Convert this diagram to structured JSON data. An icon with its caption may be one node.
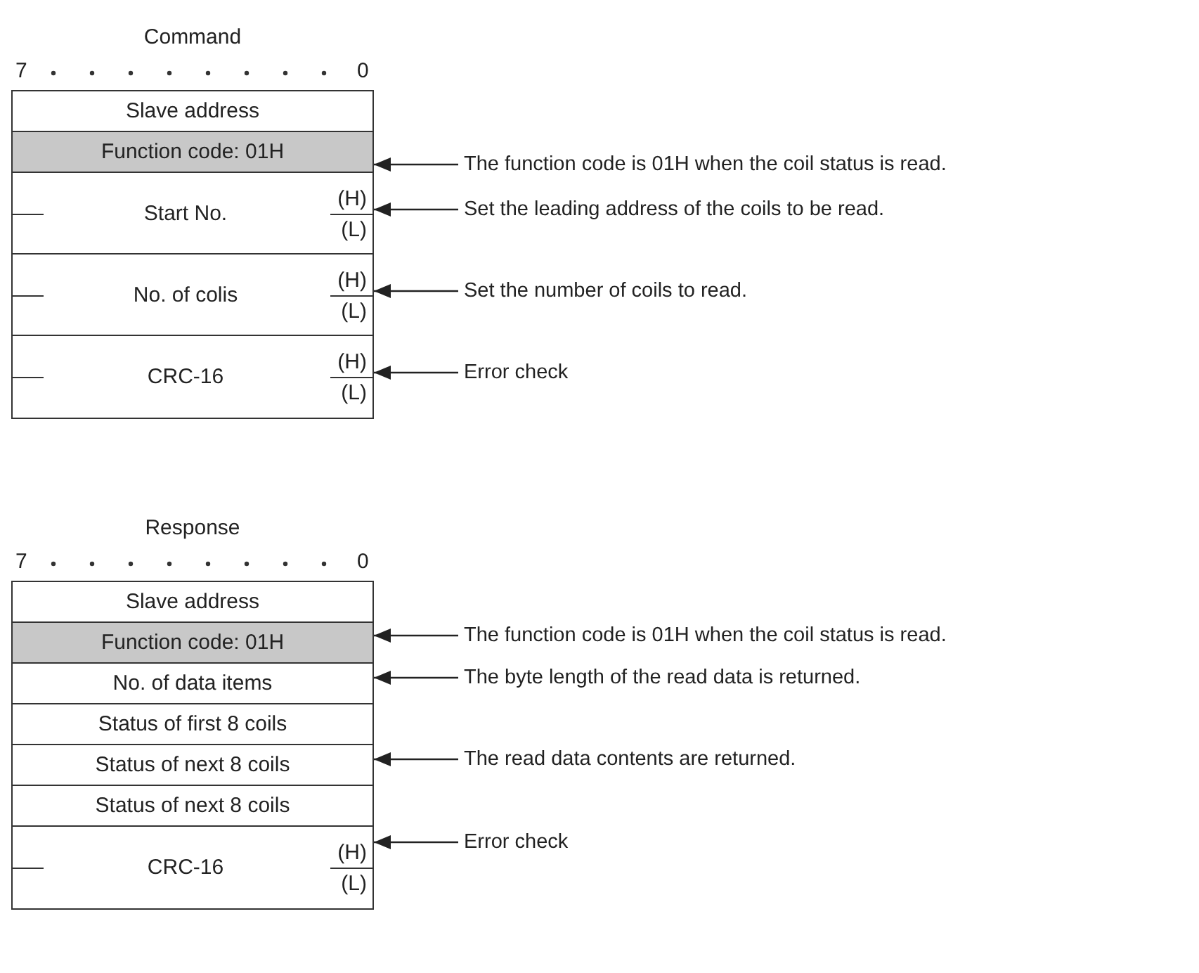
{
  "diagram": {
    "nodes": [
      {
        "text": [
          "Command"
        ]
      },
      {
        "text": [
          "Slave address"
        ],
        "in": 0
      },
      {
        "text": [
          "Function code: 01H"
        ],
        "in": 0
      },
      {
        "text": [
          "Start No.",
          "(H)",
          "(L)"
        ],
        "in": 0
      },
      {
        "text": [
          "No. of colis",
          "(H)",
          "(L)"
        ],
        "in": 0
      },
      {
        "text": [
          "CRC-16",
          "(H)",
          "(L)"
        ],
        "in": 0
      },
      {
        "text": [
          "The function code is 01H when the coil status is read."
        ]
      },
      {
        "text": [
          "Set the leading address of the coils to be read."
        ]
      },
      {
        "text": [
          "Set the number of coils to read."
        ]
      },
      {
        "text": [
          "Error check"
        ]
      },
      {
        "text": [
          "Response"
        ]
      },
      {
        "text": [
          "Slave address"
        ],
        "in": 10
      },
      {
        "text": [
          "Function code: 01H"
        ],
        "in": 10
      },
      {
        "text": [
          "No. of data items"
        ],
        "in": 10
      },
      {
        "text": [
          "Status of first 8 coils"
        ],
        "in": 10
      },
      {
        "text": [
          "Status of next 8 coils"
        ],
        "in": 10
      },
      {
        "text": [
          "Status of next 8 coils"
        ],
        "in": 10
      },
      {
        "text": [
          "CRC-16",
          "(H)",
          "(L)"
        ],
        "in": 10
      },
      {
        "text": [
          "The function code is 01H when the coil status is read."
        ]
      },
      {
        "text": [
          "The byte length of the read data is returned."
        ]
      },
      {
        "text": [
          "The read data contents are returned."
        ]
      },
      {
        "text": [
          "Error check"
        ]
      }
    ],
    "edges": [
      {
        "from": 6,
        "to": 2,
        "arrow": "to"
      },
      {
        "from": 7,
        "to": 3,
        "arrow": "to"
      },
      {
        "from": 8,
        "to": 4,
        "arrow": "to"
      },
      {
        "from": 9,
        "to": 5,
        "arrow": "to"
      },
      {
        "from": 18,
        "to": 12,
        "arrow": "to"
      },
      {
        "from": 19,
        "to": 13,
        "arrow": "to"
      },
      {
        "from": 20,
        "to": 15,
        "arrow": "to"
      },
      {
        "from": 21,
        "to": 17,
        "arrow": "to"
      }
    ],
    "labels": [
      "7",
      "0",
      "7",
      "0"
    ]
  }
}
